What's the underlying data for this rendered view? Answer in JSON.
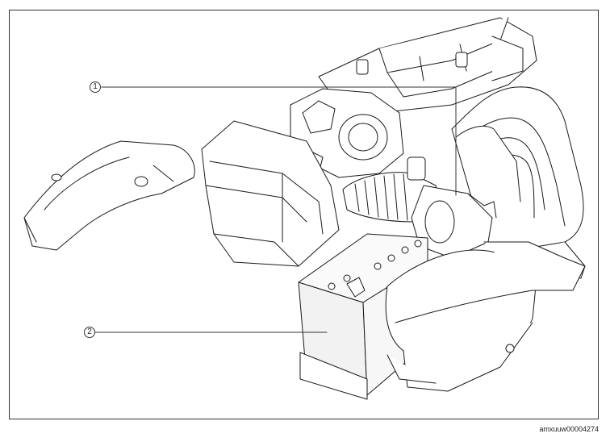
{
  "callouts": [
    {
      "number": "1"
    },
    {
      "number": "2"
    }
  ],
  "document_id": "amxuuw00004274",
  "colors": {
    "line": "#1a1a1a",
    "fill": "#ffffff",
    "battery": "#f2f2f2"
  }
}
